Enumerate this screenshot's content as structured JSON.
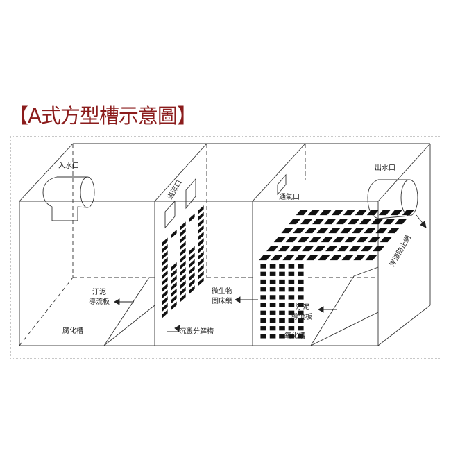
{
  "title": "【A式方型槽示意圖】",
  "title_color": "#8b1c1c",
  "labels": {
    "inlet": "入水口",
    "overflow": "溢流口",
    "vent": "通氣口",
    "outlet": "出水口",
    "scum_net": "浮渣防止網",
    "sludge_plate_1": [
      "汙泥",
      "導流板"
    ],
    "bio_net": [
      "微生物",
      "固床網"
    ],
    "sludge_plate_2": [
      "汙泥",
      "導流板"
    ],
    "septic_tank": "腐化槽",
    "settling_tank": "沉澱分解槽",
    "oxidation_tank": "氧化槽"
  }
}
